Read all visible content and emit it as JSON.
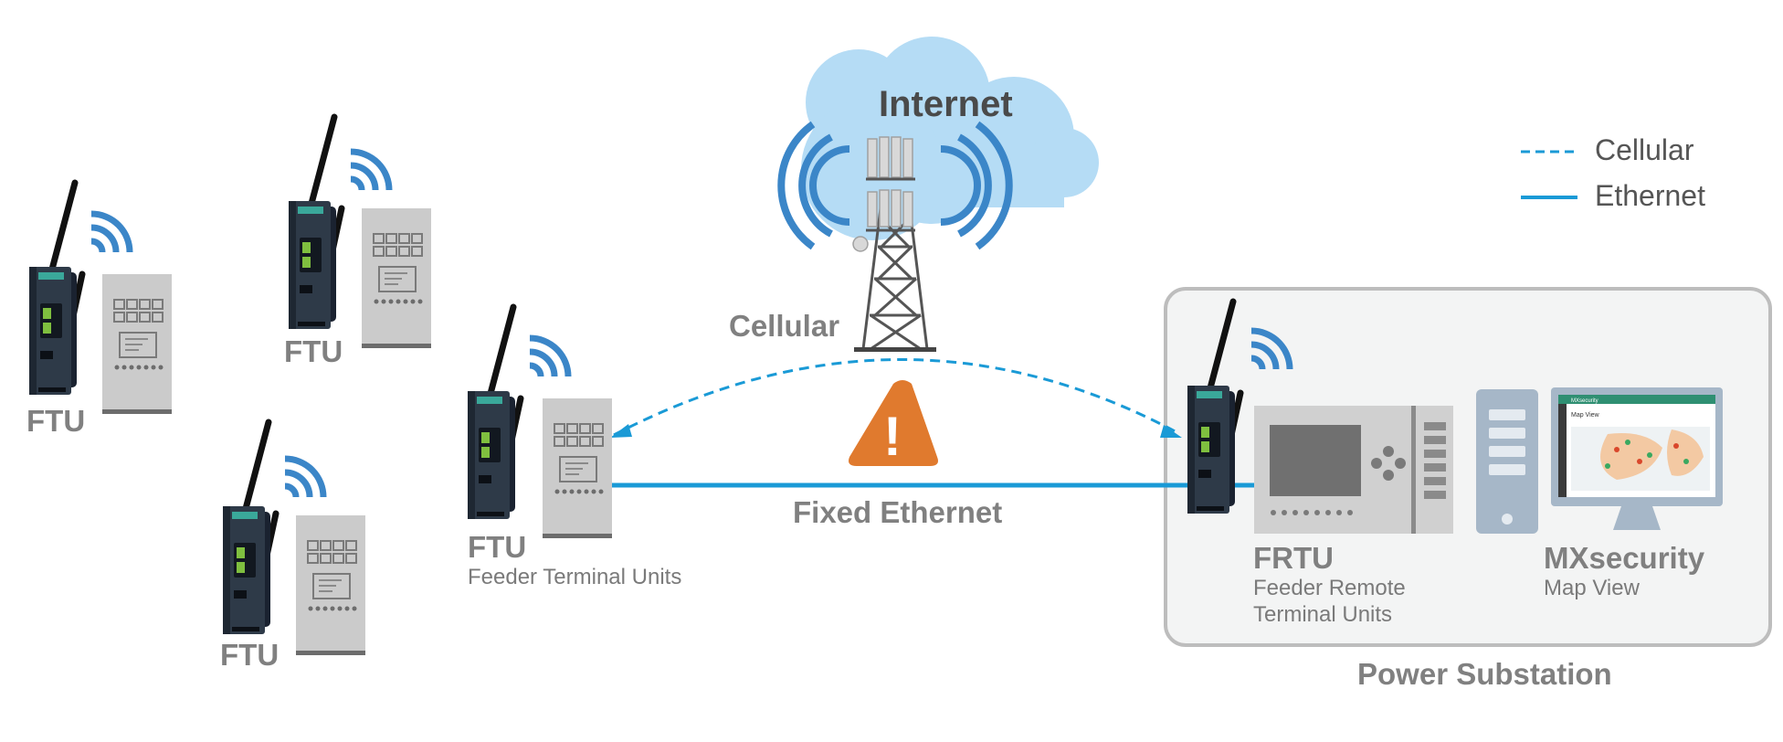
{
  "labels": {
    "internet": "Internet",
    "cellular": "Cellular",
    "fixed_ethernet": "Fixed Ethernet",
    "power_substation": "Power Substation",
    "ftu": "FTU",
    "ftu_desc": "Feeder Terminal Units",
    "frtu": "FRTU",
    "frtu_desc_line1": "Feeder Remote",
    "frtu_desc_line2": "Terminal Units",
    "mxsecurity": "MXsecurity",
    "mxsecurity_desc": "Map View",
    "screen_header": "MXsecurity",
    "screen_title": "Map View",
    "warning_symbol": "!"
  },
  "legend": {
    "cellular": "Cellular",
    "ethernet": "Ethernet"
  },
  "colors": {
    "link_blue": "#1a9ad6",
    "signal_blue": "#3b86c8",
    "cloud": "#b5dcf5",
    "warning_orange": "#e07a2e",
    "label_gray": "#808080",
    "substation_bg": "#f3f4f4",
    "substation_border": "#bdbdbd",
    "screen_header_green": "#2f8f72"
  },
  "icons": {
    "gateway": "cellular-gateway-icon",
    "terminal": "terminal-cabinet-icon",
    "tower": "cell-tower-icon",
    "cloud": "cloud-icon",
    "warning": "warning-triangle-icon",
    "server": "server-tower-icon",
    "monitor": "monitor-icon"
  }
}
